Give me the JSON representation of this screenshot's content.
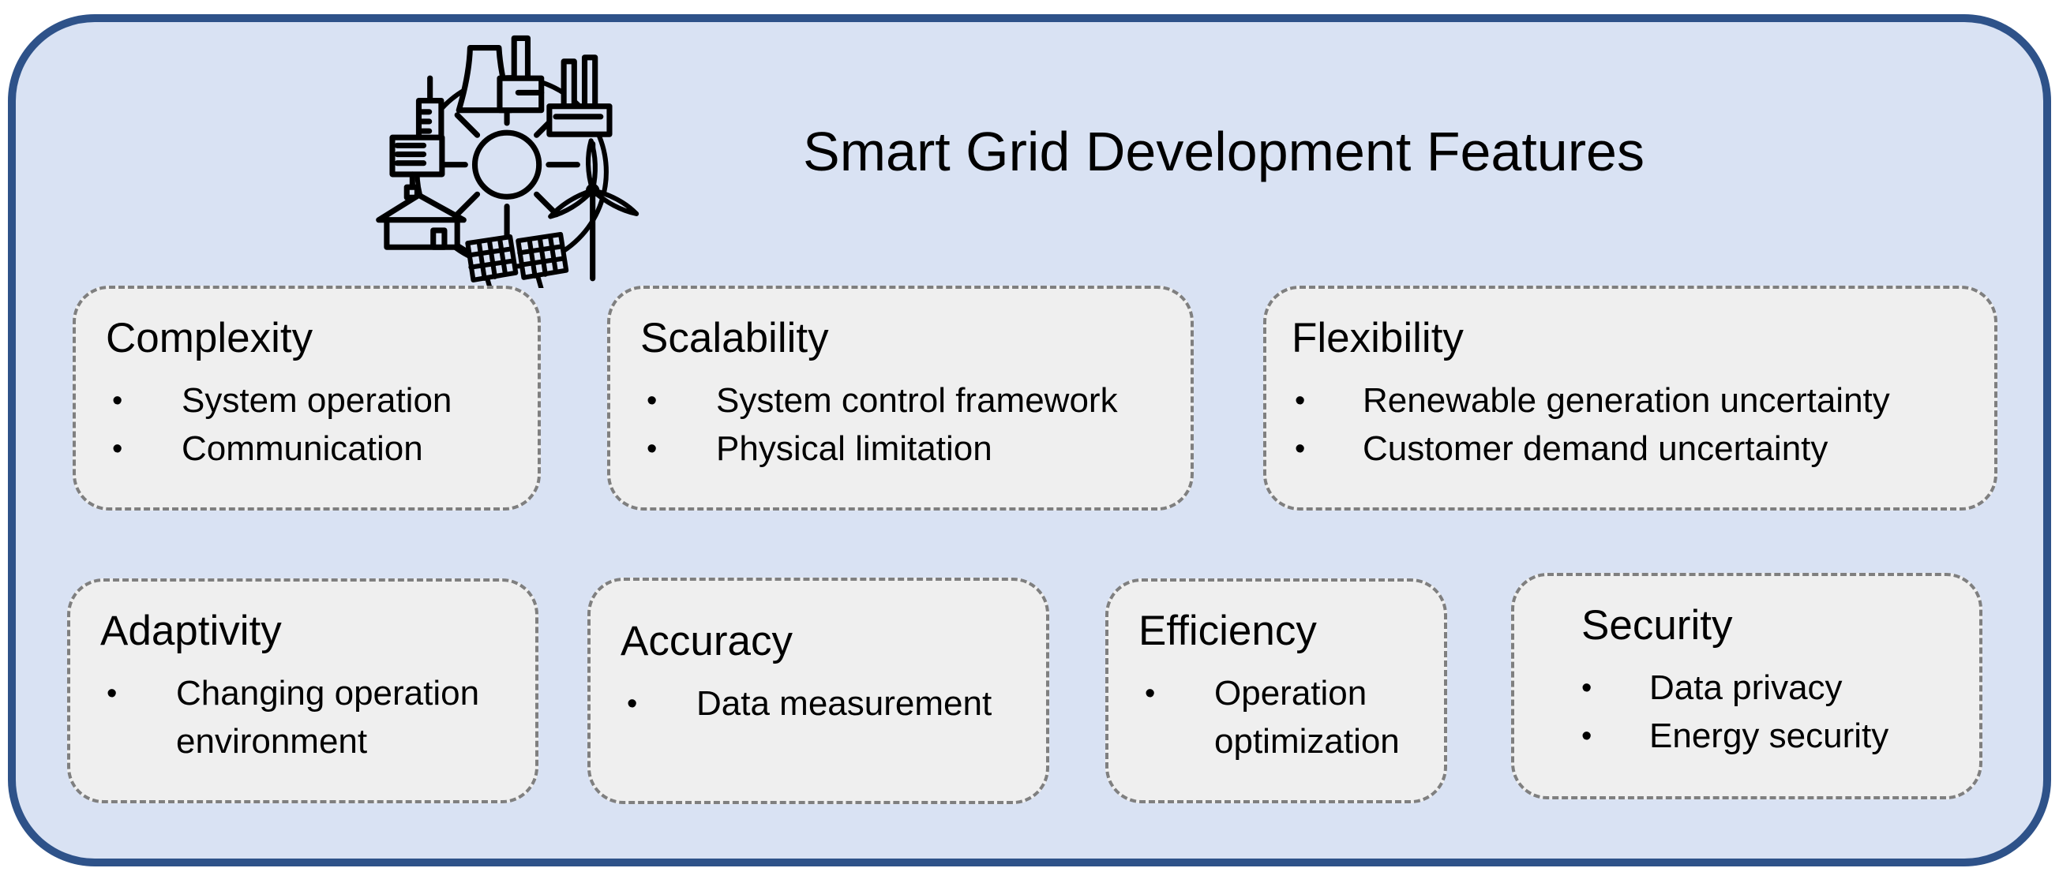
{
  "page_title": "Smart Grid Development Features",
  "bullet_char": "•",
  "icon": "smart-grid-icon",
  "colors": {
    "frame_border": "#2E5289",
    "frame_fill": "#D9E2F3",
    "box_fill": "#EFEFEF",
    "box_border": "#7F7F7F",
    "text": "#000000",
    "icon_stroke": "#000000"
  },
  "features": [
    {
      "name": "Complexity",
      "bullets": [
        "System operation",
        "Communication"
      ]
    },
    {
      "name": "Scalability",
      "bullets": [
        "System control framework",
        "Physical limitation"
      ]
    },
    {
      "name": "Flexibility",
      "bullets": [
        "Renewable generation uncertainty",
        "Customer demand uncertainty"
      ]
    },
    {
      "name": "Adaptivity",
      "bullets": [
        "Changing operation environment"
      ]
    },
    {
      "name": "Accuracy",
      "bullets": [
        "Data measurement"
      ]
    },
    {
      "name": "Efficiency",
      "bullets": [
        "Operation optimization"
      ]
    },
    {
      "name": "Security",
      "bullets": [
        "Data privacy",
        "Energy security"
      ]
    }
  ]
}
